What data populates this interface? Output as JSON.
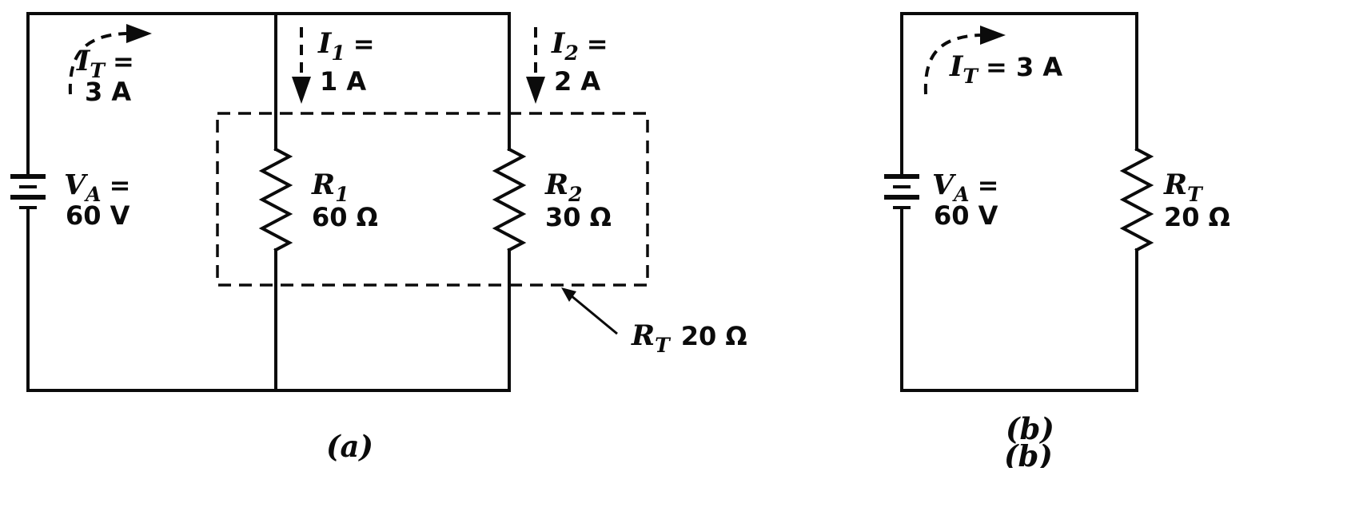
{
  "meta": {
    "background": "#ffffff",
    "ink": "#0b0b0b"
  },
  "circuit_a": {
    "caption": "(a)",
    "total_current": {
      "var": "I",
      "sub": "T",
      "eq": "=",
      "value": "3 A"
    },
    "source": {
      "var": "V",
      "sub": "A",
      "eq": "=",
      "value": "60 V"
    },
    "branch1": {
      "current_var": "I",
      "current_sub": "1",
      "current_eq": "=",
      "current_value": "1 A",
      "res_var": "R",
      "res_sub": "1",
      "res_value": "60 Ω"
    },
    "branch2": {
      "current_var": "I",
      "current_sub": "2",
      "current_eq": "=",
      "current_value": "2 A",
      "res_var": "R",
      "res_sub": "2",
      "res_value": "30 Ω"
    },
    "equivalent": {
      "var": "R",
      "sub": "T",
      "value": "20 Ω"
    }
  },
  "circuit_b": {
    "caption": "(b)",
    "caption_duplicate": "(b)",
    "total_current": {
      "var": "I",
      "sub": "T",
      "eq": "= 3 A"
    },
    "source": {
      "var": "V",
      "sub": "A",
      "eq": "=",
      "value": "60 V"
    },
    "equivalent": {
      "var": "R",
      "sub": "T",
      "value": "20 Ω"
    }
  }
}
